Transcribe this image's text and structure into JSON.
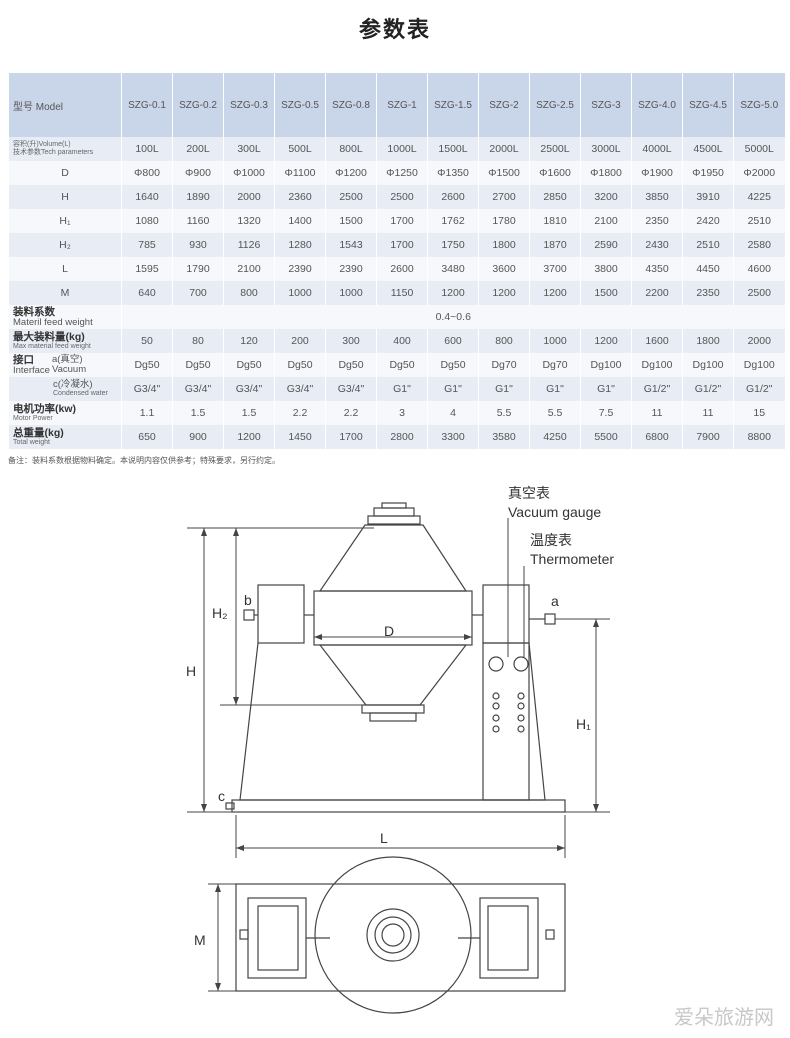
{
  "title": "参数表",
  "header": {
    "model_label": "型号 Model",
    "volume_label": "容积(升)Volume(L)",
    "tech_label": "技术参数Tech parameters",
    "models": [
      "SZG-0.1",
      "SZG-0.2",
      "SZG-0.3",
      "SZG-0.5",
      "SZG-0.8",
      "SZG-1",
      "SZG-1.5",
      "SZG-2",
      "SZG-2.5",
      "SZG-3",
      "SZG-4.0",
      "SZG-4.5",
      "SZG-5.0"
    ]
  },
  "rows": {
    "volume": [
      "100L",
      "200L",
      "300L",
      "500L",
      "800L",
      "1000L",
      "1500L",
      "2000L",
      "2500L",
      "3000L",
      "4000L",
      "4500L",
      "5000L"
    ],
    "D": {
      "label": "D",
      "values": [
        "Φ800",
        "Φ900",
        "Φ1000",
        "Φ1100",
        "Φ1200",
        "Φ1250",
        "Φ1350",
        "Φ1500",
        "Φ1600",
        "Φ1800",
        "Φ1900",
        "Φ1950",
        "Φ2000"
      ]
    },
    "H": {
      "label": "H",
      "values": [
        "1640",
        "1890",
        "2000",
        "2360",
        "2500",
        "2500",
        "2600",
        "2700",
        "2850",
        "3200",
        "3850",
        "3910",
        "4225"
      ]
    },
    "H1": {
      "label": "H₁",
      "values": [
        "1080",
        "1160",
        "1320",
        "1400",
        "1500",
        "1700",
        "1762",
        "1780",
        "1810",
        "2100",
        "2350",
        "2420",
        "2510"
      ]
    },
    "H2": {
      "label": "H₂",
      "values": [
        "785",
        "930",
        "1126",
        "1280",
        "1543",
        "1700",
        "1750",
        "1800",
        "1870",
        "2590",
        "2430",
        "2510",
        "2580"
      ]
    },
    "L": {
      "label": "L",
      "values": [
        "1595",
        "1790",
        "2100",
        "2390",
        "2390",
        "2600",
        "3480",
        "3600",
        "3700",
        "3800",
        "4350",
        "4450",
        "4600"
      ]
    },
    "M": {
      "label": "M",
      "values": [
        "640",
        "700",
        "800",
        "1000",
        "1000",
        "1150",
        "1200",
        "1200",
        "1200",
        "1500",
        "2200",
        "2350",
        "2500"
      ]
    },
    "feed_coef": {
      "zh": "装料系数",
      "en": "Materil feed weight",
      "value": "0.4~0.6"
    },
    "max_feed": {
      "zh": "最大装料量(kg)",
      "en": "Max material feed weight",
      "values": [
        "50",
        "80",
        "120",
        "200",
        "300",
        "400",
        "600",
        "800",
        "1000",
        "1200",
        "1600",
        "1800",
        "2000"
      ]
    },
    "interface_a": {
      "zh": "接口",
      "en": "Interface",
      "sub_zh": "a(真空)",
      "sub_en": "Vacuum",
      "values": [
        "Dg50",
        "Dg50",
        "Dg50",
        "Dg50",
        "Dg50",
        "Dg50",
        "Dg50",
        "Dg70",
        "Dg70",
        "Dg100",
        "Dg100",
        "Dg100",
        "Dg100"
      ]
    },
    "interface_c": {
      "sub_zh": "c(冷凝水)",
      "sub_en": "Condensed water",
      "values": [
        "G3/4\"",
        "G3/4\"",
        "G3/4\"",
        "G3/4\"",
        "G3/4\"",
        "G1\"",
        "G1\"",
        "G1\"",
        "G1\"",
        "G1\"",
        "G1/2\"",
        "G1/2\"",
        "G1/2\""
      ]
    },
    "power": {
      "zh": "电机功率(kw)",
      "en": "Motor Power",
      "values": [
        "1.1",
        "1.5",
        "1.5",
        "2.2",
        "2.2",
        "3",
        "4",
        "5.5",
        "5.5",
        "7.5",
        "11",
        "11",
        "15"
      ]
    },
    "weight": {
      "zh": "总重量(kg)",
      "en": "Total weight",
      "values": [
        "650",
        "900",
        "1200",
        "1450",
        "1700",
        "2800",
        "3300",
        "3580",
        "4250",
        "5500",
        "6800",
        "7900",
        "8800"
      ]
    }
  },
  "note": "备注：装料系数根据物料确定。本说明内容仅供参考；特殊要求，另行约定。",
  "drawing": {
    "vacuum_zh": "真空表",
    "vacuum_en": "Vacuum gauge",
    "thermo_zh": "温度表",
    "thermo_en": "Thermometer",
    "labels": {
      "D": "D",
      "H": "H",
      "H1": "H₁",
      "H2": "H₂",
      "L": "L",
      "M": "M",
      "a": "a",
      "b": "b",
      "c": "c"
    }
  },
  "watermark": "爱朵旅游网"
}
